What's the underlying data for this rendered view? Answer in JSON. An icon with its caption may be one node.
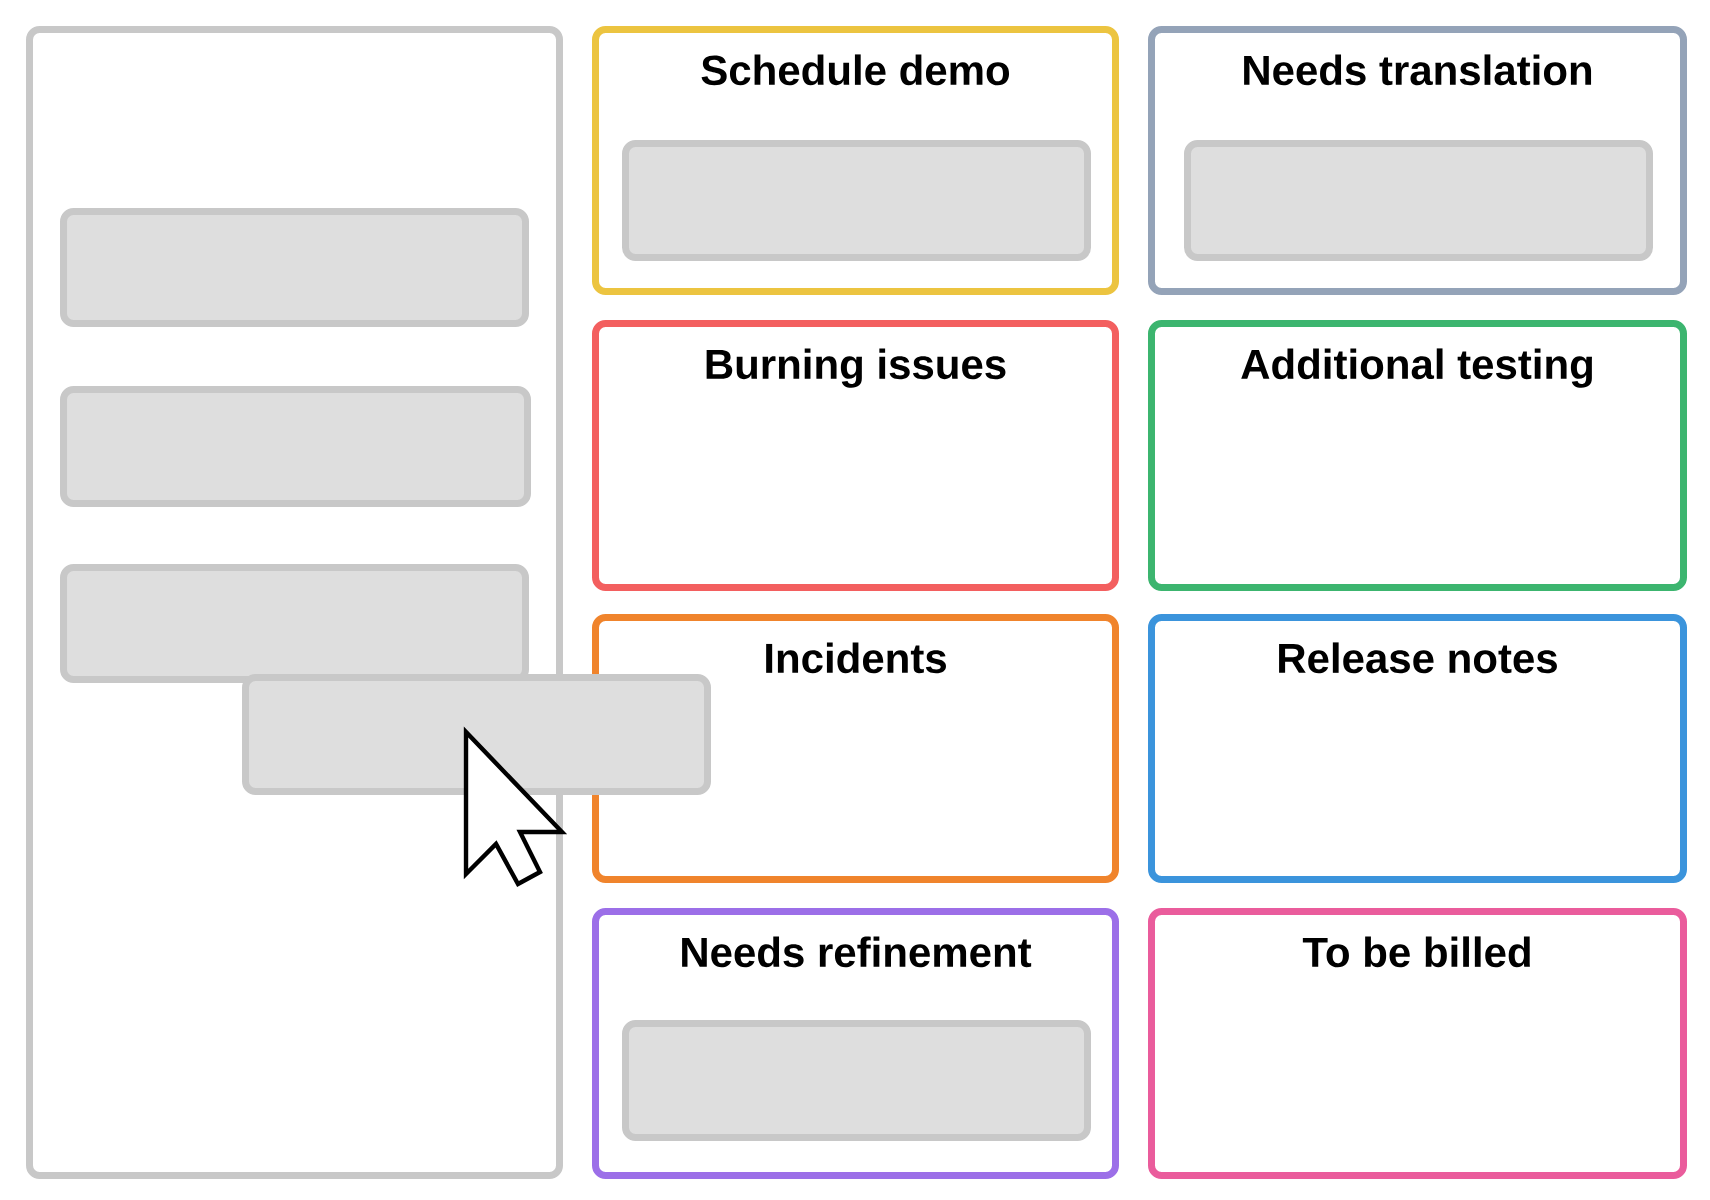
{
  "diagram": {
    "nodes": [
      {
        "text": [],
        "shape": "box"
      },
      {
        "text": [],
        "shape": "box",
        "in": 0
      },
      {
        "text": [],
        "shape": "box",
        "in": 0
      },
      {
        "text": [],
        "shape": "box",
        "in": 0
      },
      {
        "text": [],
        "shape": "box"
      },
      {
        "text": [
          "Schedule demo"
        ]
      },
      {
        "text": [],
        "shape": "box",
        "in": 5
      },
      {
        "text": [
          "Needs translation"
        ]
      },
      {
        "text": [],
        "shape": "box",
        "in": 7
      },
      {
        "text": [
          "Burning issues"
        ]
      },
      {
        "text": [
          "Additional testing"
        ]
      },
      {
        "text": [
          "Incidents"
        ]
      },
      {
        "text": [
          "Release notes"
        ]
      },
      {
        "text": [
          "Needs refinement"
        ]
      },
      {
        "text": [],
        "shape": "box",
        "in": 13
      },
      {
        "text": [
          "To be billed"
        ]
      }
    ]
  }
}
